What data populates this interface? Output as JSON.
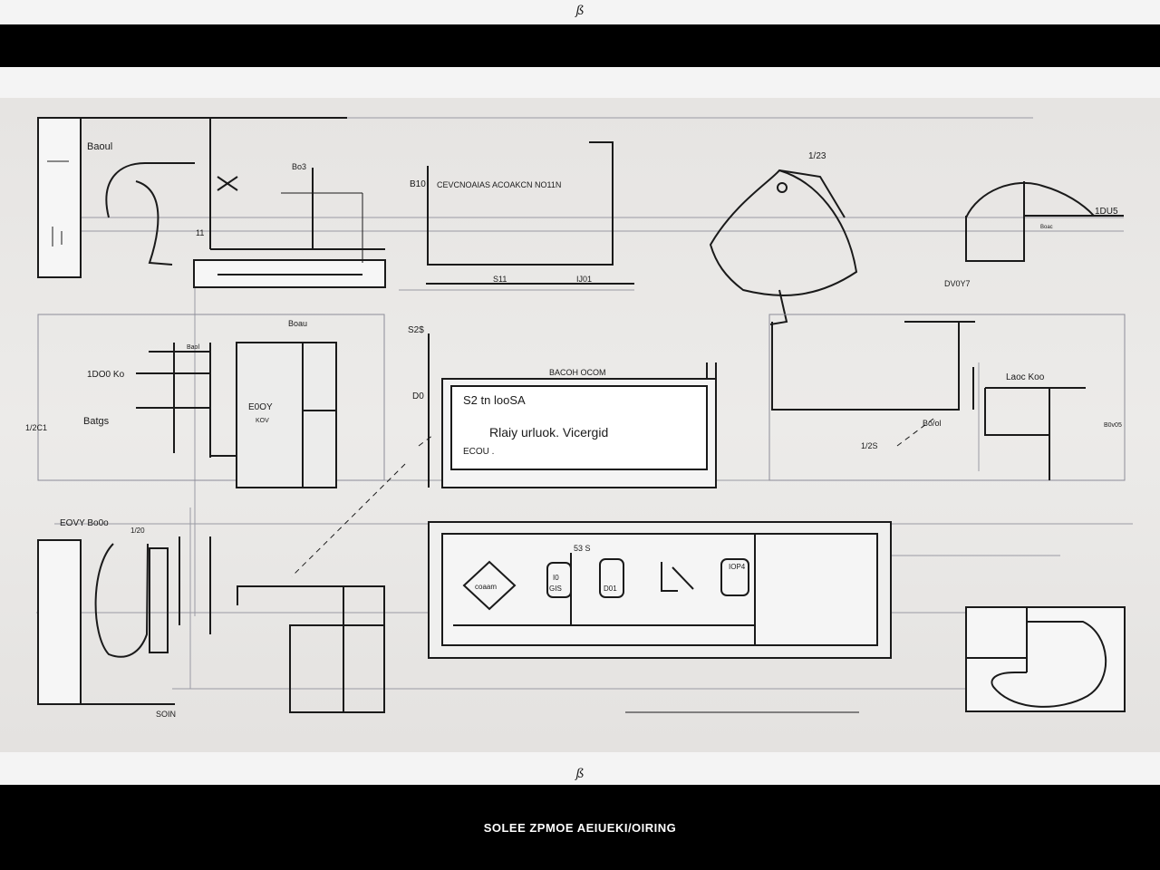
{
  "header": {
    "mark": "ß"
  },
  "footer": {
    "mark": "ß",
    "title": "SOLEE ZPMOE AEIUEKI/OIRING"
  },
  "colors": {
    "bar": "#000000",
    "sheet": "#e8e6e4",
    "ink": "#1a1a1a",
    "guide": "#8f8f98"
  },
  "annotations": {
    "a1": "Baoul",
    "a2": "Bo3",
    "a3": "11",
    "a4": "B10",
    "a5": "CEVCNOAIAS ACOAKCN NO11N",
    "a6": "S11",
    "a7": "IJ01",
    "a8": "1/23",
    "a9": "1DU5",
    "a10": "Boac",
    "a11": "DV0Y7",
    "a12": "Boau",
    "a13": "1DO0 Ko",
    "a14": "Baol",
    "a15": "Batgs",
    "a16": "E0OY",
    "a17": "KOV",
    "a18": "1/2C1",
    "a19": "S2$",
    "a20": "BACOH OCOM",
    "a21": "D0",
    "a22": "Laoc Koo",
    "a23": "B0v05",
    "a24": "1/2S",
    "a25": "Bo/ol",
    "a26": "EOVY Bo0o",
    "a27": "1/20",
    "a28": "SOIN",
    "a29": "53 S",
    "a30": "coaam",
    "a31": "I0",
    "a32": "GIS",
    "a33": "D01",
    "a34": "IOP4"
  },
  "panel": {
    "title": "S2 tn looSA",
    "body": "Rlaiy urluok. Vicergid",
    "code": "ECOU ."
  }
}
